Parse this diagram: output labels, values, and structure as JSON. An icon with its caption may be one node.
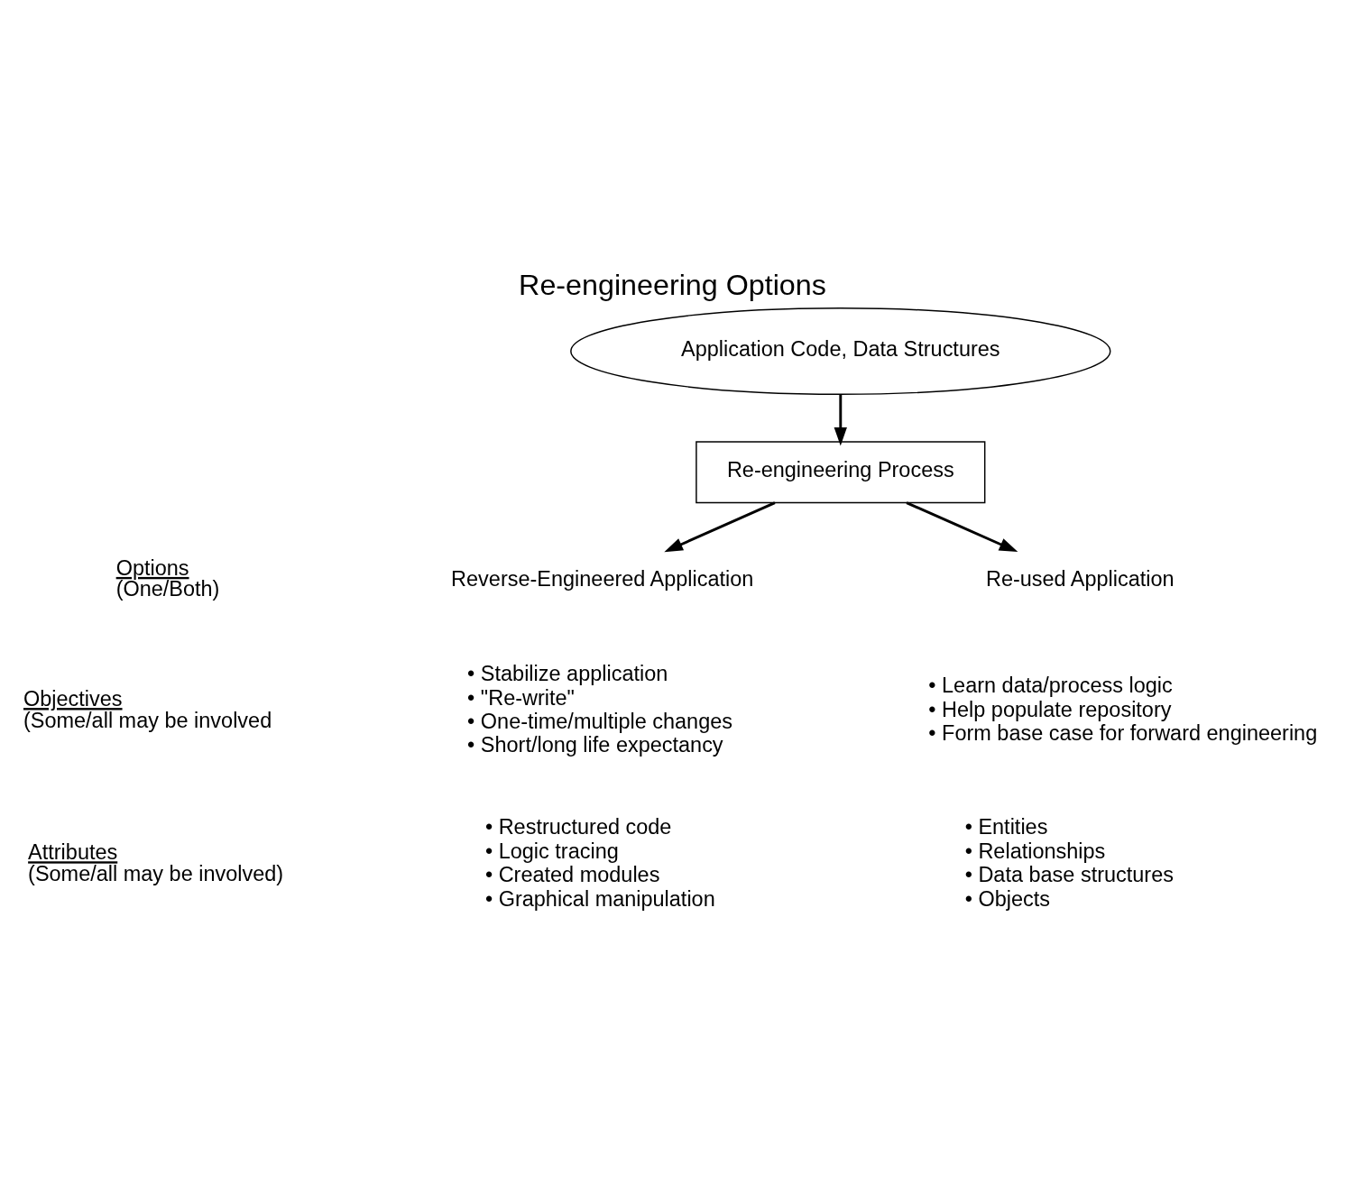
{
  "diagram": {
    "title": "Re-engineering Options",
    "nodes": [
      {
        "text": [
          "Application Code, Data Structures"
        ]
      },
      {
        "text": [
          "Re-engineering Process"
        ]
      },
      {
        "text": [
          "Reverse-Engineered Application"
        ]
      },
      {
        "text": [
          "Re-used Application"
        ]
      }
    ],
    "edges": [
      {
        "from": 0,
        "to": 1,
        "arrow": "to"
      },
      {
        "from": 1,
        "to": 2,
        "arrow": "to"
      },
      {
        "from": 1,
        "to": 3,
        "arrow": "to"
      }
    ],
    "labels": [
      "Options",
      "(One/Both)",
      "Objectives",
      "(Some/all may be involved",
      "• Stabilize application",
      "• \"Re-write\"",
      "• One-time/multiple changes",
      "• Short/long life expectancy",
      "• Learn data/process logic",
      "• Help populate repository",
      "• Form base case for forward engineering",
      "Attributes",
      "(Some/all may be involved)",
      "• Restructured code",
      "• Logic tracing",
      "• Created modules",
      "• Graphical manipulation",
      "• Entities",
      "• Relationships",
      "• Data base structures",
      "• Objects"
    ]
  }
}
